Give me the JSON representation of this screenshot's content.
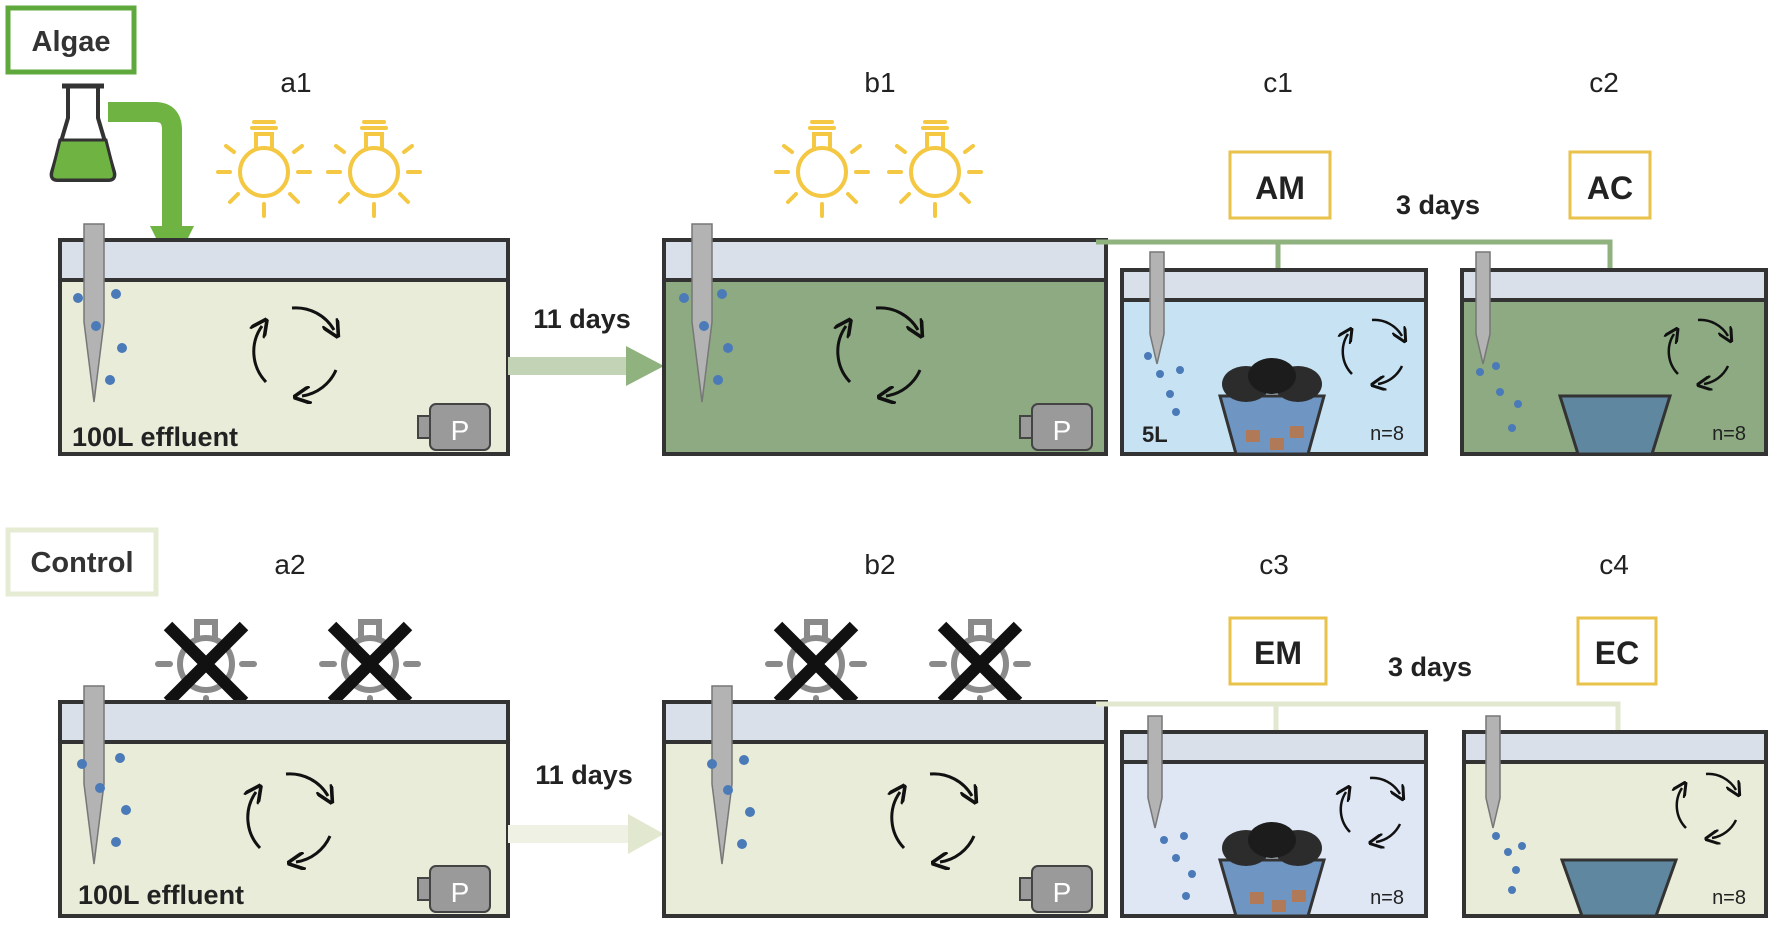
{
  "rows": {
    "algae": {
      "label": "Algae",
      "panel_a": "a1",
      "panel_b": "b1",
      "panel_c_left": "c1",
      "panel_c_right": "c2",
      "volume_main": "100L effluent",
      "duration_main": "11 days",
      "treatment_left": "AM",
      "treatment_right": "AC",
      "duration_small": "3 days",
      "volume_small": "5L",
      "n_left": "n=8",
      "n_right": "n=8",
      "pump_a": "P",
      "pump_b": "P"
    },
    "control": {
      "label": "Control",
      "panel_a": "a2",
      "panel_b": "b2",
      "panel_c_left": "c3",
      "panel_c_right": "c4",
      "volume_main": "100L effluent",
      "duration_main": "11 days",
      "treatment_left": "EM",
      "treatment_right": "EC",
      "duration_small": "3 days",
      "n_left": "n=8",
      "n_right": "n=8",
      "pump_a": "P",
      "pump_b": "P"
    }
  },
  "colors": {
    "algae_water": "#8daa82",
    "effluent_water": "#e8ecd8",
    "seawater_blue": "#c7e3f3",
    "seawater_pale": "#dfe7f5",
    "lid": "#d9e0ea",
    "algae_green": "#6fb343",
    "label_box_gold": "#e8c24a",
    "algae_box_border": "#5fa83c",
    "control_box_border": "#e6ebd4",
    "bulb_yellow": "#f4c843",
    "bulb_grey": "#8a8a8a",
    "pump_grey": "#9a9a9a",
    "arrow_green": "#8fb27f",
    "arrow_pale": "#e6ebd6"
  },
  "icons": [
    "flask-icon",
    "light-bulb-icon",
    "light-off-icon",
    "pump-icon",
    "circulation-icon",
    "air-diffuser-icon",
    "sea-urchin-icon"
  ]
}
